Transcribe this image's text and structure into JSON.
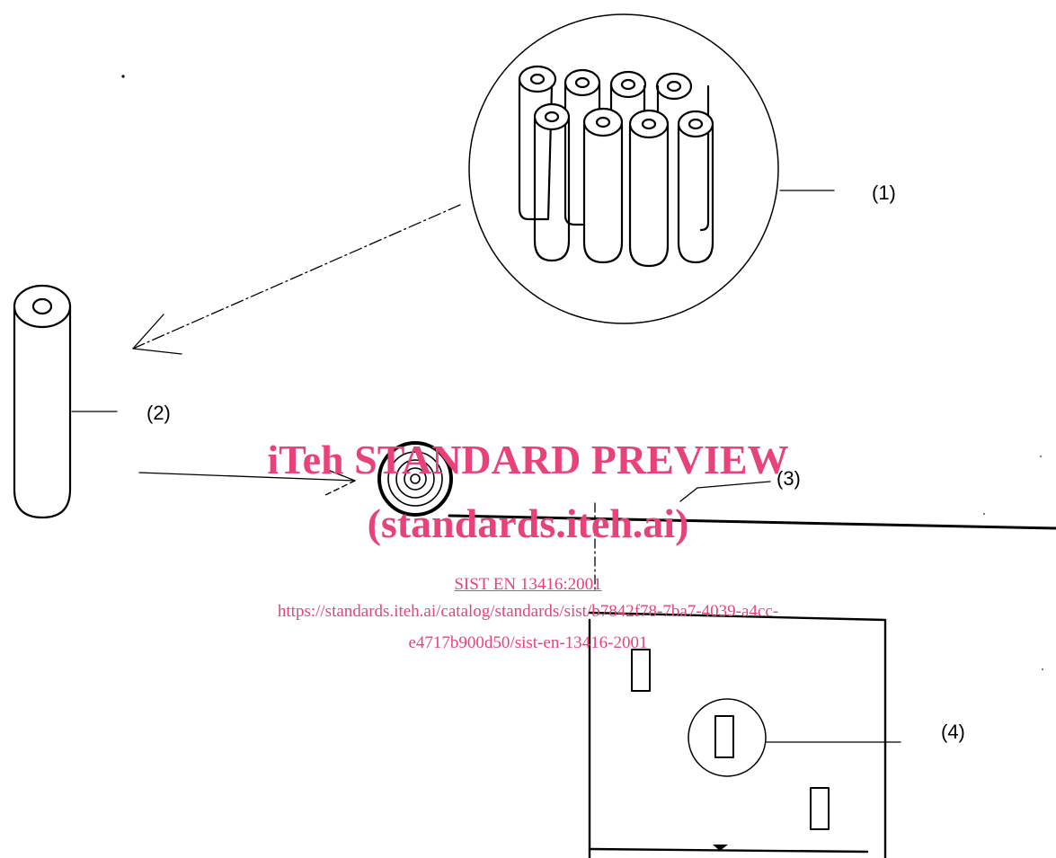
{
  "figure": {
    "callouts": {
      "c1": "(1)",
      "c2": "(2)",
      "c3": "(3)",
      "c4": "(4)"
    },
    "tube_icon": "test-tube-icon"
  },
  "watermark": {
    "color": "#e8427a",
    "title": "iTeh STANDARD PREVIEW",
    "subtitle": "(standards.iteh.ai)",
    "doc_id": "SIST EN 13416:2001",
    "url_line1": "https://standards.iteh.ai/catalog/standards/sist/b7842f78-7ba7-4039-a4cc-",
    "url_line2": "e4717b900d50/sist-en-13416-2001"
  }
}
